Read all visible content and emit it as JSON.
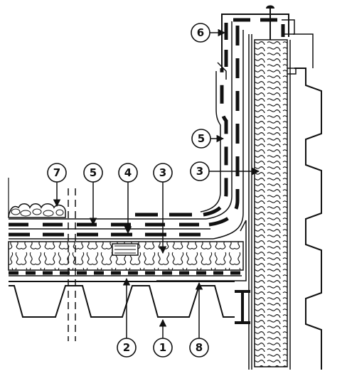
{
  "diagram": {
    "callouts": [
      {
        "id": "callout-1",
        "text": "1"
      },
      {
        "id": "callout-2",
        "text": "2"
      },
      {
        "id": "callout-3a",
        "text": "3"
      },
      {
        "id": "callout-3b",
        "text": "3"
      },
      {
        "id": "callout-4",
        "text": "4"
      },
      {
        "id": "callout-5a",
        "text": "5"
      },
      {
        "id": "callout-5b",
        "text": "5"
      },
      {
        "id": "callout-6",
        "text": "6"
      },
      {
        "id": "callout-7",
        "text": "7"
      },
      {
        "id": "callout-8",
        "text": "8"
      }
    ]
  }
}
